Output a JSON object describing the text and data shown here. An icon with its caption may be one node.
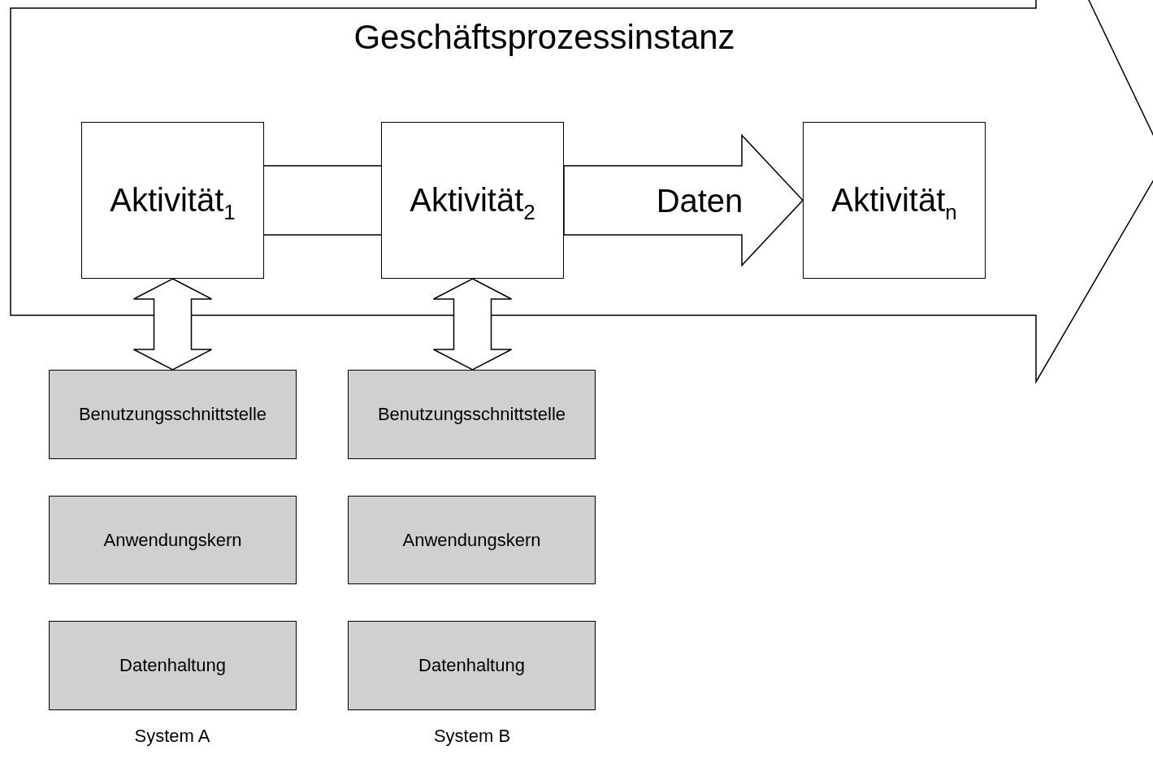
{
  "diagram": {
    "nodes": [
      {
        "text": [
          "Geschäftsprozessinstanz"
        ]
      },
      {
        "text": [
          "Aktivität$_{1}$"
        ],
        "in": 0
      },
      {
        "text": [
          "Aktivität$_{2}$"
        ],
        "in": 0
      },
      {
        "text": [
          "Aktivität$_{n}$"
        ],
        "in": 0
      },
      {
        "text": [
          "Benutzungsschnittstelle"
        ]
      },
      {
        "text": [
          "Benutzungsschnittstelle"
        ]
      },
      {
        "text": [
          "Anwendungskern"
        ]
      },
      {
        "text": [
          "Anwendungskern"
        ]
      },
      {
        "text": [
          "Datenhaltung"
        ]
      },
      {
        "text": [
          "Datenhaltung"
        ]
      }
    ],
    "edges": [
      {
        "from": 1,
        "to": 2,
        "arrow": "none"
      },
      {
        "from": 2,
        "to": 3,
        "arrow": "to",
        "label": "Daten"
      },
      {
        "from": 1,
        "to": 4,
        "arrow": "both"
      },
      {
        "from": 2,
        "to": 5,
        "arrow": "both"
      }
    ],
    "labels": [
      "System A",
      "System B"
    ]
  }
}
